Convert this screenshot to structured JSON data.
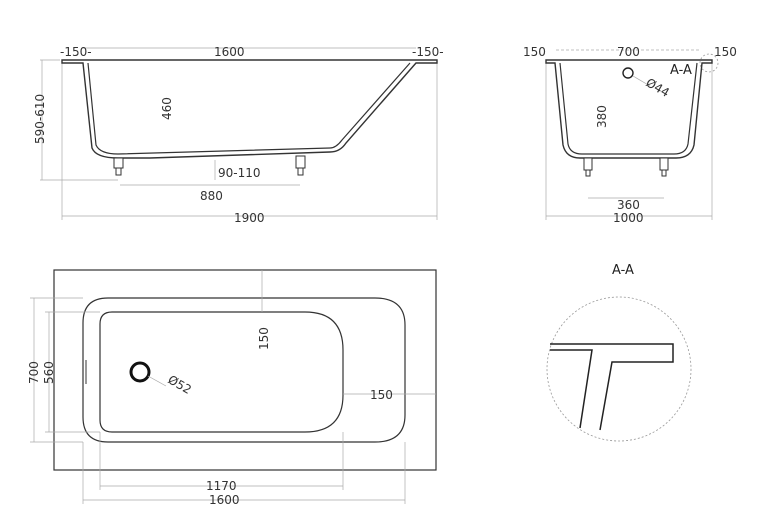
{
  "side_view": {
    "left_rim": "-150-",
    "length_inner": "1600",
    "right_rim": "-150-",
    "height": "590-610",
    "depth": "460",
    "leg_adjust": "90-110",
    "leg_spacing": "880",
    "length_total": "1900"
  },
  "end_view": {
    "left_rim": "150",
    "width_inner": "700",
    "right_rim": "150",
    "section_marker": "A-A",
    "overflow_dia": "Ø44",
    "overflow_height": "380",
    "leg_spacing": "360",
    "width_total": "1000"
  },
  "top_view": {
    "drain_dia": "Ø52",
    "end_margin": "150",
    "side_margin": "150",
    "width_total": "700",
    "width_inner": "560",
    "basin_length": "1170",
    "length_inner": "1600"
  },
  "detail": {
    "title": "A-A"
  }
}
